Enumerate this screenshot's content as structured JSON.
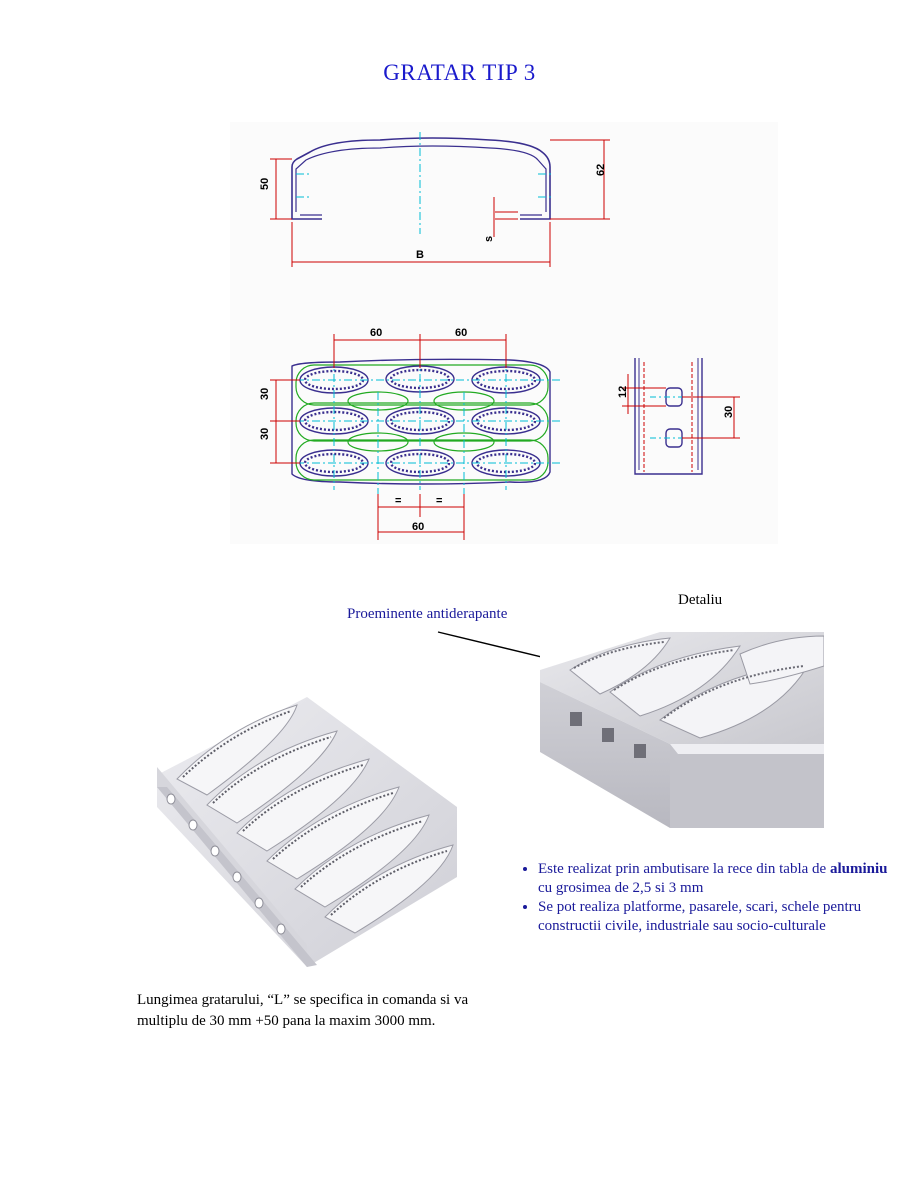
{
  "title": "GRATAR TIP 3",
  "drawing": {
    "dims": {
      "height_50": "50",
      "height_62": "62",
      "width_b": "B",
      "thickness_s": "s",
      "pitch_60_a": "60",
      "pitch_60_b": "60",
      "row_30_a": "30",
      "row_30_b": "30",
      "equal_a": "=",
      "equal_b": "=",
      "bottom_60": "60",
      "hole_12": "12",
      "hole_30": "30"
    }
  },
  "detail_label": "Detaliu",
  "callout_label": "Proeminente antiderapante",
  "features": {
    "item1_before": "Este realizat  prin ambutisare la rece din tabla de ",
    "item1_bold": "aluminiu",
    "item1_after": " cu grosimea de 2,5 si 3  mm",
    "item2": "Se pot realiza platforme, pasarele, scari, schele pentru constructii civile, industriale sau socio-culturale"
  },
  "note": "Lungimea gratarului, “L” se specifica in comanda si va multiplu de 30 mm  +50 pana la maxim 3000 mm.",
  "colors": {
    "title": "#1a1acc",
    "body_blue": "#1a1a9a",
    "dimension": "#cc0000",
    "centerline": "#00bcd4",
    "profile": "#3a2f8f",
    "outline_green": "#22aa22"
  }
}
